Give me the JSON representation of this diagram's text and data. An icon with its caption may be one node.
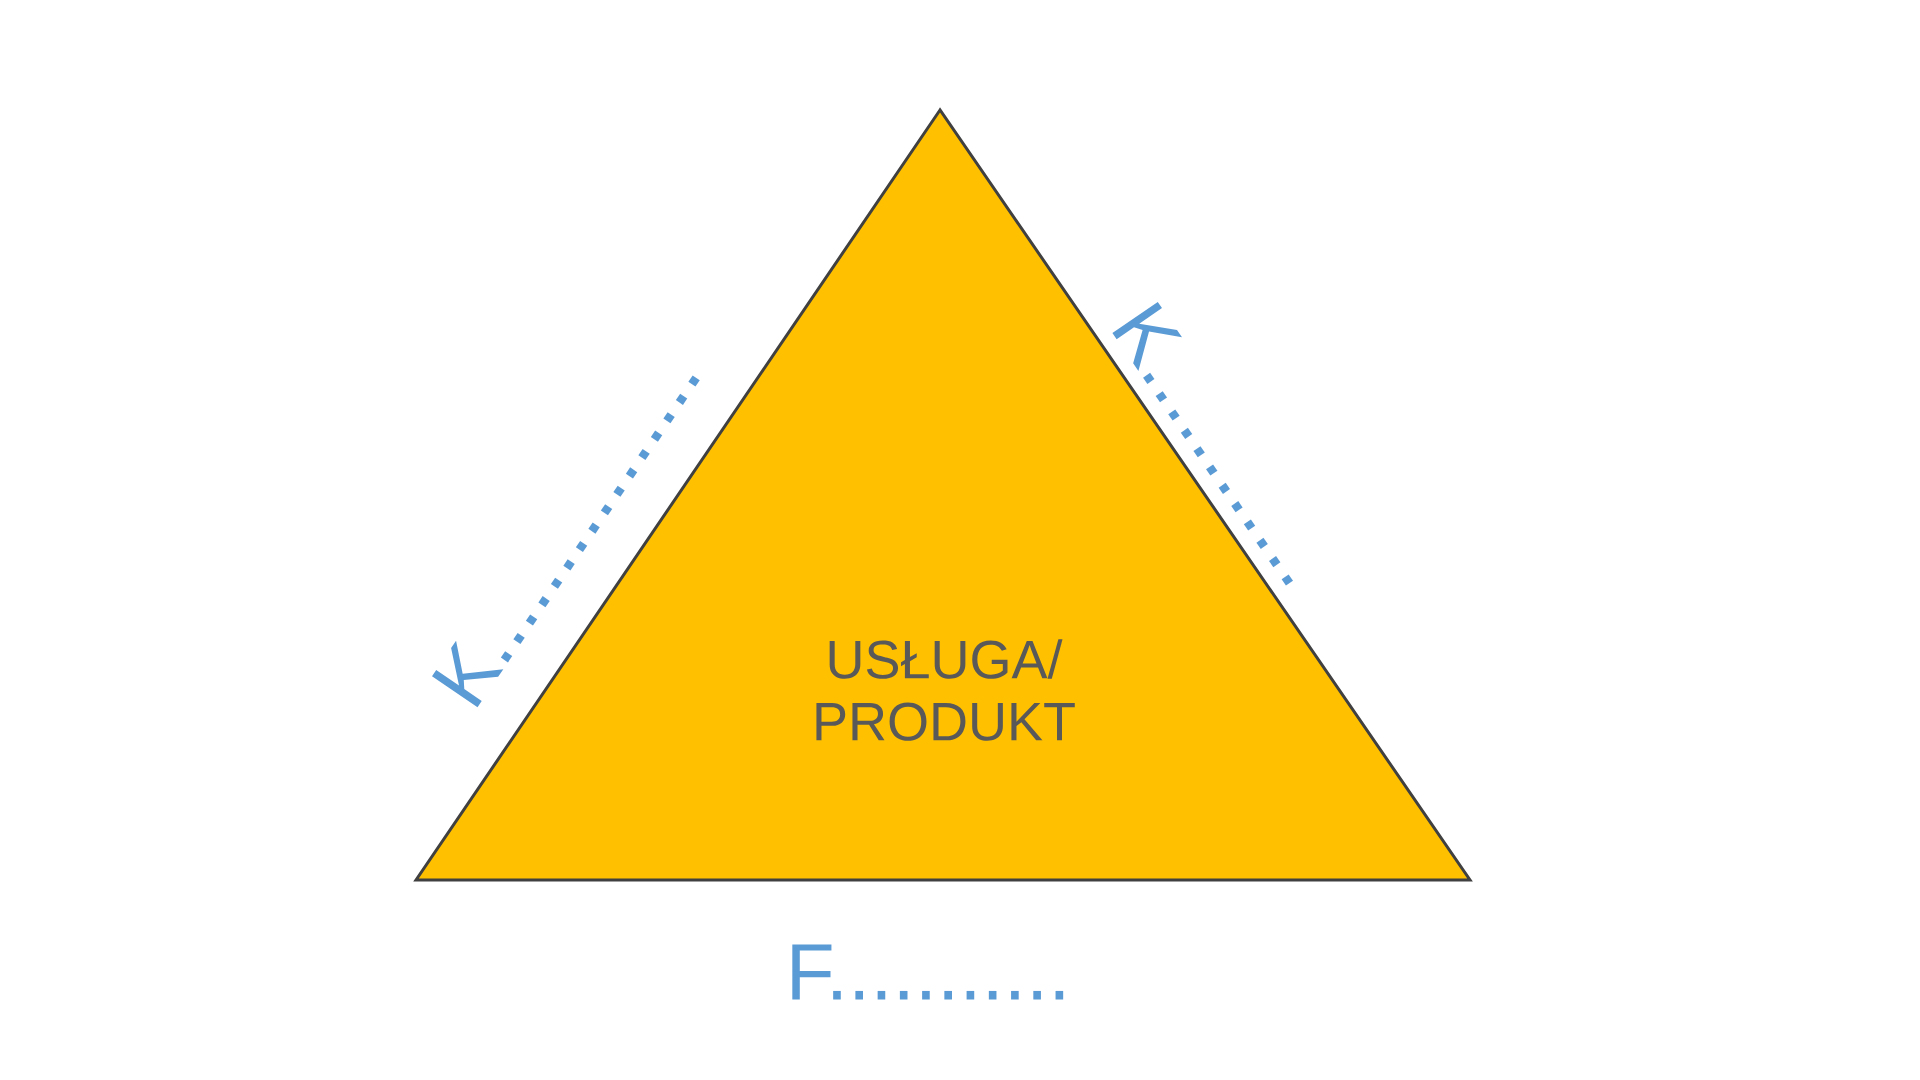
{
  "diagram": {
    "nodes": [
      {
        "text": [
          "USŁUGA/ PRODUKT"
        ]
      }
    ],
    "labels": [
      "K................",
      "K............",
      "F..........."
    ]
  }
}
